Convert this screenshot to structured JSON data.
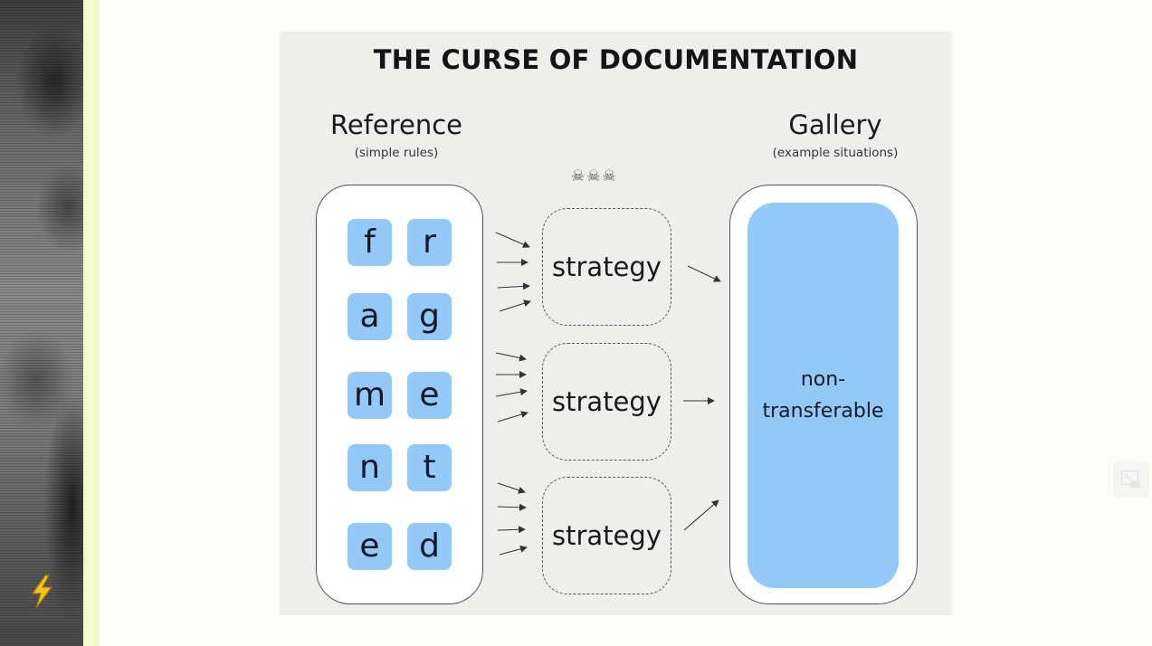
{
  "slide": {
    "title": "THE CURSE OF DOCUMENTATION",
    "reference": {
      "heading": "Reference",
      "subheading": "(simple rules)"
    },
    "gallery": {
      "heading": "Gallery",
      "subheading": "(example situations)",
      "inner_label_line1": "non-",
      "inner_label_line2": "transferable"
    },
    "skulls": "☠☠☠",
    "tiles": [
      [
        "f",
        "r"
      ],
      [
        "a",
        "g"
      ],
      [
        "m",
        "e"
      ],
      [
        "n",
        "t"
      ],
      [
        "e",
        "d"
      ]
    ],
    "strategies": [
      "strategy",
      "strategy",
      "strategy"
    ]
  },
  "colors": {
    "tile_fill": "#93c8f7",
    "slide_bg": "#eeefed",
    "sidebar_strip": "#f3fbc8"
  },
  "icons": {
    "sidebar_badge": "lightning-bolt-icon",
    "pip_button": "picture-in-picture-icon"
  }
}
